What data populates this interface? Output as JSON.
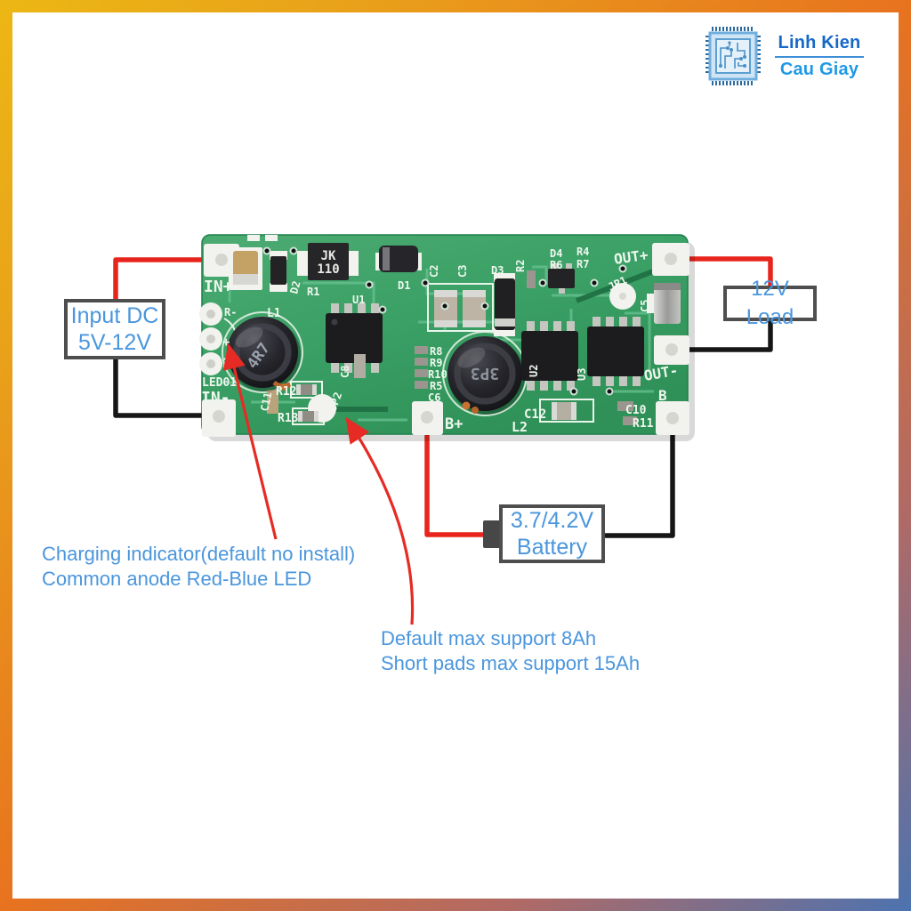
{
  "brand": {
    "name_line1": "Linh Kien",
    "name_line2": "Cau Giay"
  },
  "callouts": {
    "input_dc": {
      "line1": "Input DC",
      "line2": "5V-12V"
    },
    "load": {
      "label": "12V Load"
    },
    "battery": {
      "line1": "3.7/4.2V",
      "line2": "Battery"
    },
    "charging_note": {
      "line1": "Charging indicator(default no install)",
      "line2": "Common anode Red-Blue LED"
    },
    "capacity_note": {
      "line1": "Default max support 8Ah",
      "line2": "Short pads max support 15Ah"
    }
  },
  "pcb": {
    "silkscreen": {
      "in_plus": "IN+",
      "in_minus": "IN-",
      "r_minus": "R-",
      "plus_mark": "+",
      "minus_mark": "-",
      "led1": "LED01",
      "jk_line1": "JK",
      "jk_line2": "110",
      "d1": "D1",
      "d2": "D2",
      "d3": "D3",
      "d4": "D4",
      "r1": "R1",
      "r2": "R2",
      "r4": "R4",
      "r5": "R5",
      "r6": "R6",
      "r7": "R7",
      "r8": "R8",
      "r9": "R9",
      "r10": "R10",
      "r11": "R11",
      "r12": "R12",
      "r13": "R13",
      "c2": "C2",
      "c3": "C3",
      "c5": "C5",
      "c6": "C6",
      "c8": "C8",
      "c10": "C10",
      "c11": "C11",
      "c12": "C12",
      "jp1": "JP1",
      "jp2": "JP2",
      "u1": "U1",
      "u2": "U2",
      "u3": "U3",
      "l1": "L1",
      "l2": "L2",
      "b_plus": "B+",
      "b": "B",
      "out_plus": "OUT+",
      "out_minus": "OUT-",
      "l1_marking": "4R7",
      "l2_marking": "3P3"
    },
    "colors": {
      "board_green": "#3aa065",
      "silkscreen": "#eef6ee"
    }
  },
  "colors": {
    "frame_yellow": "#ecb714",
    "frame_orange": "#e8731f",
    "frame_blue": "#4c73b0",
    "wire_red": "#e8251d",
    "wire_black": "#161616",
    "annotation_blue": "#4a96dd",
    "arrow_red": "#e62b24",
    "box_border": "#4e4e4e"
  }
}
